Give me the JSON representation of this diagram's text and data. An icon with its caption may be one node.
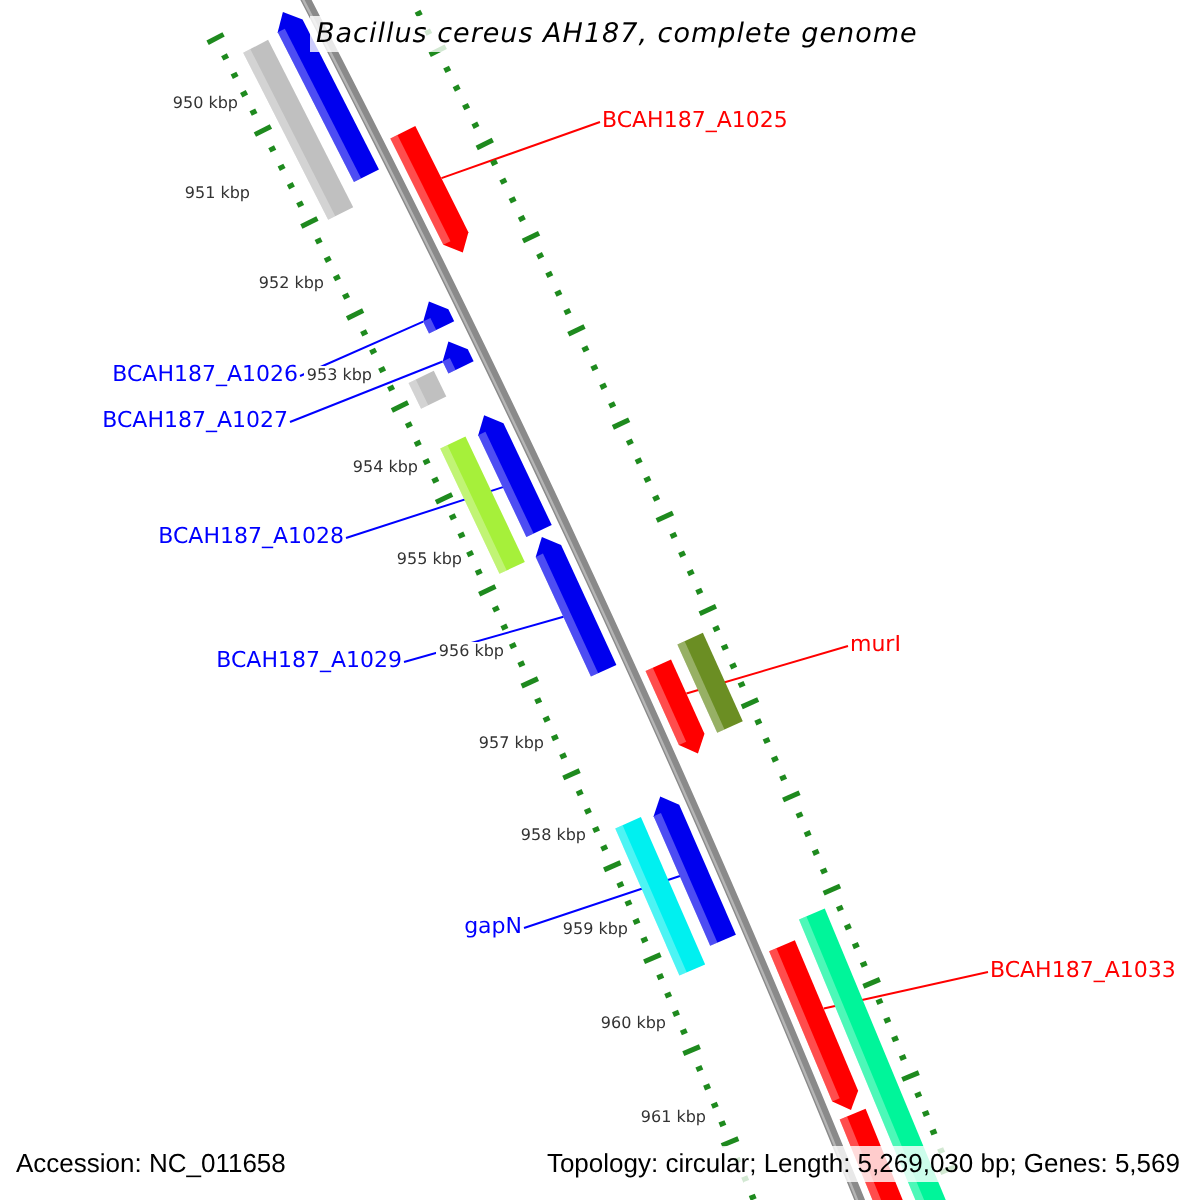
{
  "diagram": {
    "title": "Bacillus cereus AH187, complete genome",
    "nodes": [
      {
        "text": [
          "BCAH187_A1025"
        ]
      },
      {
        "text": [],
        "shape": "arrow"
      },
      {
        "text": [
          "BCAH187_A1026"
        ]
      },
      {
        "text": [],
        "shape": "arrow"
      },
      {
        "text": [
          "BCAH187_A1027"
        ]
      },
      {
        "text": [],
        "shape": "arrow"
      },
      {
        "text": [
          "BCAH187_A1028"
        ]
      },
      {
        "text": [],
        "shape": "arrow"
      },
      {
        "text": [
          "murI"
        ]
      },
      {
        "text": [],
        "shape": "arrow"
      },
      {
        "text": [
          "BCAH187_A1029"
        ]
      },
      {
        "text": [],
        "shape": "arrow"
      },
      {
        "text": [
          "gapN"
        ]
      },
      {
        "text": [],
        "shape": "arrow"
      },
      {
        "text": [
          "BCAH187_A1033"
        ]
      },
      {
        "text": [],
        "shape": "arrow"
      }
    ],
    "edges": [
      {
        "from": 0,
        "to": 1,
        "arrow": "none",
        "color": "#ff0000"
      },
      {
        "from": 2,
        "to": 3,
        "arrow": "none"
      },
      {
        "from": 4,
        "to": 5,
        "arrow": "none"
      },
      {
        "from": 6,
        "to": 7,
        "arrow": "none"
      },
      {
        "from": 8,
        "to": 9,
        "arrow": "none",
        "color": "#ff0000"
      },
      {
        "from": 10,
        "to": 11,
        "arrow": "none"
      },
      {
        "from": 12,
        "to": 13,
        "arrow": "none"
      },
      {
        "from": 14,
        "to": 15,
        "arrow": "none",
        "color": "#ff0000"
      }
    ],
    "labels": [
      "950 kbp",
      "951 kbp",
      "952 kbp",
      "953 kbp",
      "954 kbp",
      "955 kbp",
      "956 kbp",
      "957 kbp",
      "958 kbp",
      "959 kbp",
      "960 kbp",
      "961 kbp",
      "Accession: NC_011658",
      "Topology: circular; Length: 5,269,030 bp; Genes: 5,569"
    ]
  }
}
